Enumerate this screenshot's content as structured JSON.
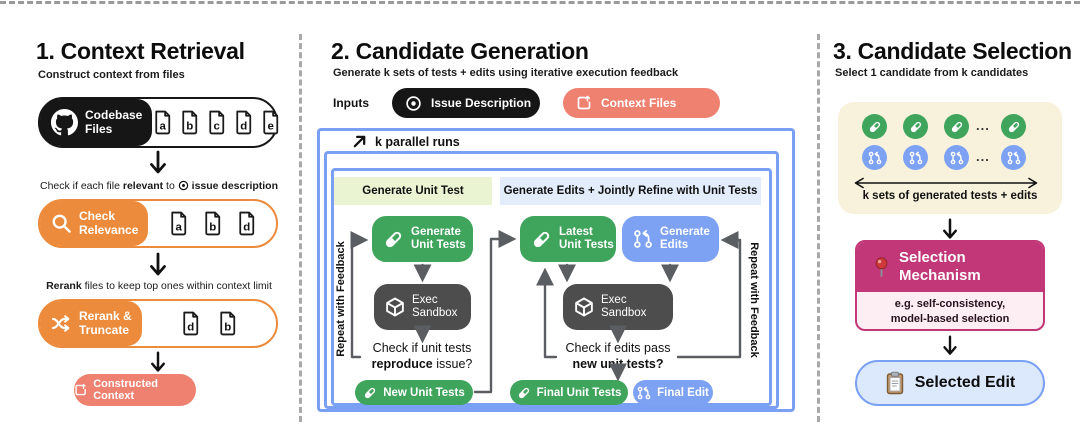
{
  "panel1": {
    "title": "1. Context Retrieval",
    "subtitle": "Construct context from files",
    "codebase_label_1": "Codebase",
    "codebase_label_2": "Files",
    "codebase_files": [
      "a",
      "b",
      "c",
      "d",
      "e"
    ],
    "caption1_t1": "Check if each file ",
    "caption1_b1": "relevant",
    "caption1_t2": " to ",
    "caption1_b2": "issue description",
    "relevance_label_1": "Check",
    "relevance_label_2": "Relevance",
    "relevance_files": [
      "a",
      "b",
      "d"
    ],
    "caption2_b1": "Rerank",
    "caption2_t1": " files to keep top ones within context limit",
    "rerank_label_1": "Rerank &",
    "rerank_label_2": "Truncate",
    "rerank_files": [
      "d",
      "b"
    ],
    "output_label": "Constructed Context"
  },
  "panel2": {
    "title": "2. Candidate Generation",
    "subtitle": "Generate k sets of tests + edits using iterative execution feedback",
    "inputs_label": "Inputs",
    "issue_pill": "Issue Description",
    "context_pill": "Context Files",
    "parallel_label": "k parallel runs",
    "left_header": "Generate Unit Test",
    "right_header": "Generate Edits + Jointly Refine with Unit Tests",
    "gen_tests_1": "Generate",
    "gen_tests_2": "Unit Tests",
    "exec_1": "Exec",
    "exec_2": "Sandbox",
    "check1_t1": "Check if unit tests",
    "check1_b1": "reproduce",
    "check1_t2": " issue?",
    "new_tests": "New Unit Tests",
    "latest_tests_1": "Latest",
    "latest_tests_2": "Unit Tests",
    "gen_edits_1": "Generate",
    "gen_edits_2": "Edits",
    "check2_t1": "Check if edits pass",
    "check2_b1": "new unit tests?",
    "final_tests": "Final Unit Tests",
    "final_edit": "Final Edit",
    "repeat_left": "Repeat with Feedback",
    "repeat_right": "Repeat with Feedback"
  },
  "panel3": {
    "title": "3. Candidate Selection",
    "subtitle": "Select 1 candidate from k candidates",
    "ellipsis": "...",
    "k_sets_label": "k sets of generated tests + edits",
    "selection_1": "Selection",
    "selection_2": "Mechanism",
    "selection_sub_1": "e.g. self-consistency,",
    "selection_sub_2": "model-based selection",
    "selected_edit": "Selected Edit"
  },
  "colors": {
    "orange": "#ed8b3d",
    "salmon": "#ee8170",
    "green": "#3fa45c",
    "blue": "#7da1f3",
    "stack_border": "#7aa0f4",
    "dark_gray": "#4d4d4d",
    "magenta": "#c23778",
    "cream": "#f8f2dc",
    "light_green": "#eaf4d2",
    "light_blue": "#e2ecfb",
    "light_pink": "#fdeef4",
    "selected_bg": "#dce8fc",
    "arrow_gray": "#5a5d61"
  }
}
